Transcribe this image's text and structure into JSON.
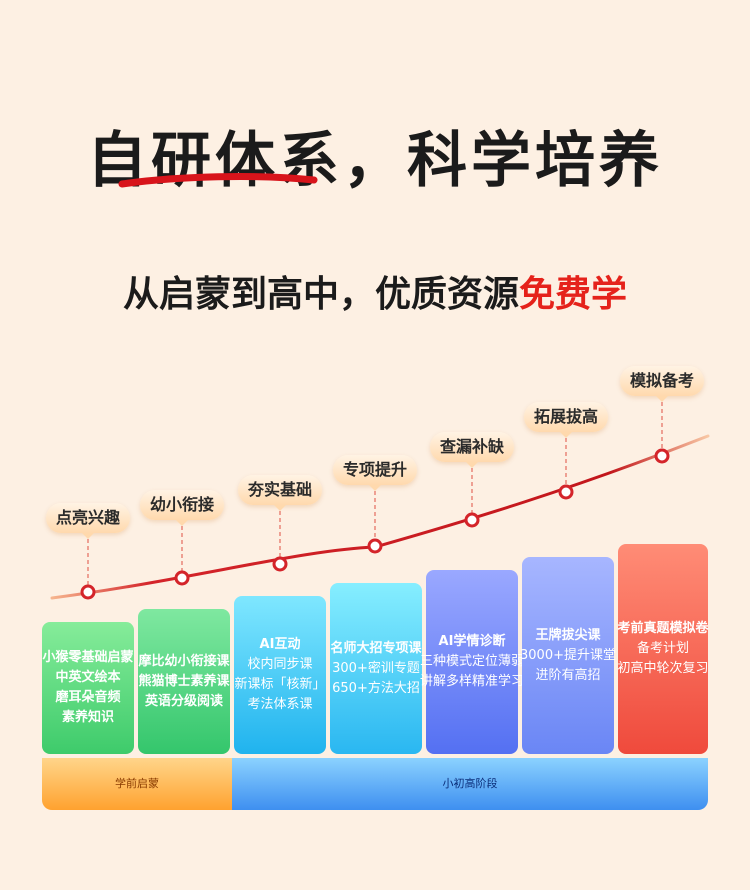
{
  "headline": {
    "text": "自研体系，科学培养"
  },
  "subline": {
    "prefix": "从启蒙到高中，优质资源",
    "accent": "免费学"
  },
  "milestones": [
    {
      "label": "点亮兴趣"
    },
    {
      "label": "幼小衔接"
    },
    {
      "label": "夯实基础"
    },
    {
      "label": "专项提升"
    },
    {
      "label": "查漏补缺"
    },
    {
      "label": "拓展拔高"
    },
    {
      "label": "模拟备考"
    }
  ],
  "cards": [
    {
      "lines": [
        "小猴零基础启蒙",
        "中英文绘本",
        "磨耳朵音频",
        "素养知识"
      ]
    },
    {
      "lines": [
        "摩比幼小衔接课",
        "熊猫博士素养课",
        "英语分级阅读"
      ]
    },
    {
      "lines": [
        "AI互动",
        "校内同步课",
        "新课标「核新」",
        "考法体系课"
      ]
    },
    {
      "lines": [
        "名师大招专项课",
        "300+密训专题",
        "650+方法大招"
      ]
    },
    {
      "lines": [
        "AI学情诊断",
        "三种模式定位薄弱",
        "讲解多样精准学习"
      ]
    },
    {
      "lines": [
        "王牌拔尖课",
        "3000+提升课堂",
        "进阶有高招"
      ]
    },
    {
      "lines": [
        "考前真题模拟卷",
        "备考计划",
        "初高中轮次复习"
      ]
    }
  ],
  "stages": {
    "left": "学前启蒙",
    "right": "小初高阶段"
  },
  "colors": {
    "accent_red": "#e5221b",
    "curve": "#c2161b",
    "background": "#fdf0e3"
  }
}
